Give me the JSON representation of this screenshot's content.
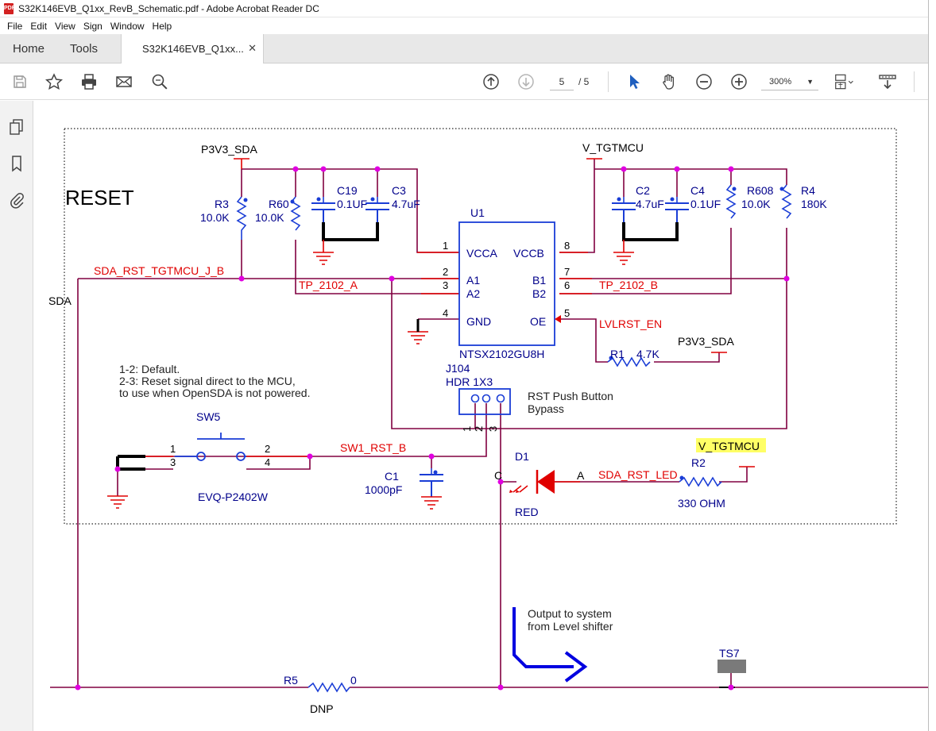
{
  "window": {
    "title": "S32K146EVB_Q1xx_RevB_Schematic.pdf - Adobe Acrobat Reader DC"
  },
  "menu": [
    "File",
    "Edit",
    "View",
    "Sign",
    "Window",
    "Help"
  ],
  "tabs": {
    "home": "Home",
    "tools": "Tools",
    "document": "S32K146EVB_Q1xx..."
  },
  "toolbar": {
    "page_current": "5",
    "page_total": "/ 5",
    "zoom": "300%"
  },
  "icons": [
    "save-icon",
    "star-icon",
    "print-icon",
    "email-icon",
    "zoom-search-icon",
    "page-up-icon",
    "page-down-icon",
    "select-cursor-icon",
    "hand-icon",
    "zoom-out-icon",
    "zoom-in-icon",
    "page-layout-icon",
    "scroll-tool-icon",
    "pages-icon",
    "bookmark-icon",
    "attachment-icon"
  ],
  "colors": {
    "wire": "#800040",
    "net_label": "#e00000",
    "part": "#00008b",
    "junction": "#e000e0",
    "highlight": "#ffff66"
  },
  "schematic": {
    "title": "RESET",
    "net_left_partial": "SDA",
    "power": {
      "p3v3_top": "P3V3_SDA",
      "vtgt_top": "V_TGTMCU",
      "p3v3_lower": "P3V3_SDA",
      "vtgt_led": "V_TGTMCU"
    },
    "resistors": {
      "r3": {
        "ref": "R3",
        "value": "10.0K"
      },
      "r60": {
        "ref": "R60",
        "value": "10.0K"
      },
      "r608": {
        "ref": "R608",
        "value": "10.0K"
      },
      "r4": {
        "ref": "R4",
        "value": "180K"
      },
      "r1": {
        "ref": "R1",
        "value": "4.7K"
      },
      "r2": {
        "ref": "R2",
        "value": "330 OHM"
      },
      "r5": {
        "ref": "R5",
        "value": "0",
        "note": "DNP"
      }
    },
    "capacitors": {
      "c19": {
        "ref": "C19",
        "value": "0.1UF"
      },
      "c3": {
        "ref": "C3",
        "value": "4.7uF"
      },
      "c2": {
        "ref": "C2",
        "value": "4.7uF"
      },
      "c4": {
        "ref": "C4",
        "value": "0.1UF"
      },
      "c1": {
        "ref": "C1",
        "value": "1000pF"
      }
    },
    "u1": {
      "ref": "U1",
      "part": "NTSX2102GU8H",
      "pins_left": [
        "VCCA",
        "A1",
        "A2",
        "GND"
      ],
      "pins_right": [
        "VCCB",
        "B1",
        "B2",
        "OE"
      ],
      "pin_numbers": [
        "1",
        "2",
        "3",
        "4",
        "8",
        "7",
        "6",
        "5"
      ]
    },
    "nets": {
      "sda_rst": "SDA_RST_TGTMCU_J_B",
      "tp_a": "TP_2102_A",
      "tp_b": "TP_2102_B",
      "lvlrst": "LVLRST_EN",
      "sw1": "SW1_RST_B",
      "led": "SDA_RST_LED"
    },
    "notes": [
      "1-2: Default.",
      "2-3: Reset signal direct to the MCU,",
      "to use when OpenSDA is not powered."
    ],
    "j104": {
      "ref": "J104",
      "part": "HDR 1X3",
      "pins": [
        "1",
        "2",
        "3"
      ]
    },
    "rst_bypass": [
      "RST Push Button",
      "Bypass"
    ],
    "sw5": {
      "ref": "SW5",
      "part": "EVQ-P2402W",
      "pins": [
        "1",
        "3",
        "2",
        "4"
      ]
    },
    "d1": {
      "ref": "D1",
      "color": "RED",
      "cathode": "C",
      "anode": "A"
    },
    "output_note": [
      "Output to system",
      "from Level shifter"
    ],
    "testpoint": "TS7"
  }
}
